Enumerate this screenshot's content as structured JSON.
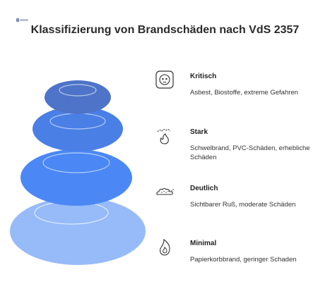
{
  "title": "Klassifizierung von Brandschäden nach VdS 2357",
  "levels": [
    {
      "label": "Kritisch",
      "description": "Asbest, Biostoffe, extreme Gefahren",
      "icon": "skull-plug-icon",
      "color": "#4e74c9"
    },
    {
      "label": "Stark",
      "description": "Schwelbrand, PVC-Schäden, erhebliche Schäden",
      "icon": "fire-smoke-icon",
      "color": "#4a7fe6"
    },
    {
      "label": "Deutlich",
      "description": "Sichtbarer Ruß, moderate Schäden",
      "icon": "soot-cloud-icon",
      "color": "#4b88f5"
    },
    {
      "label": "Minimal",
      "description": "Papierkorbbrand, geringer Schaden",
      "icon": "flame-icon",
      "color": "#96bbf8"
    }
  ]
}
